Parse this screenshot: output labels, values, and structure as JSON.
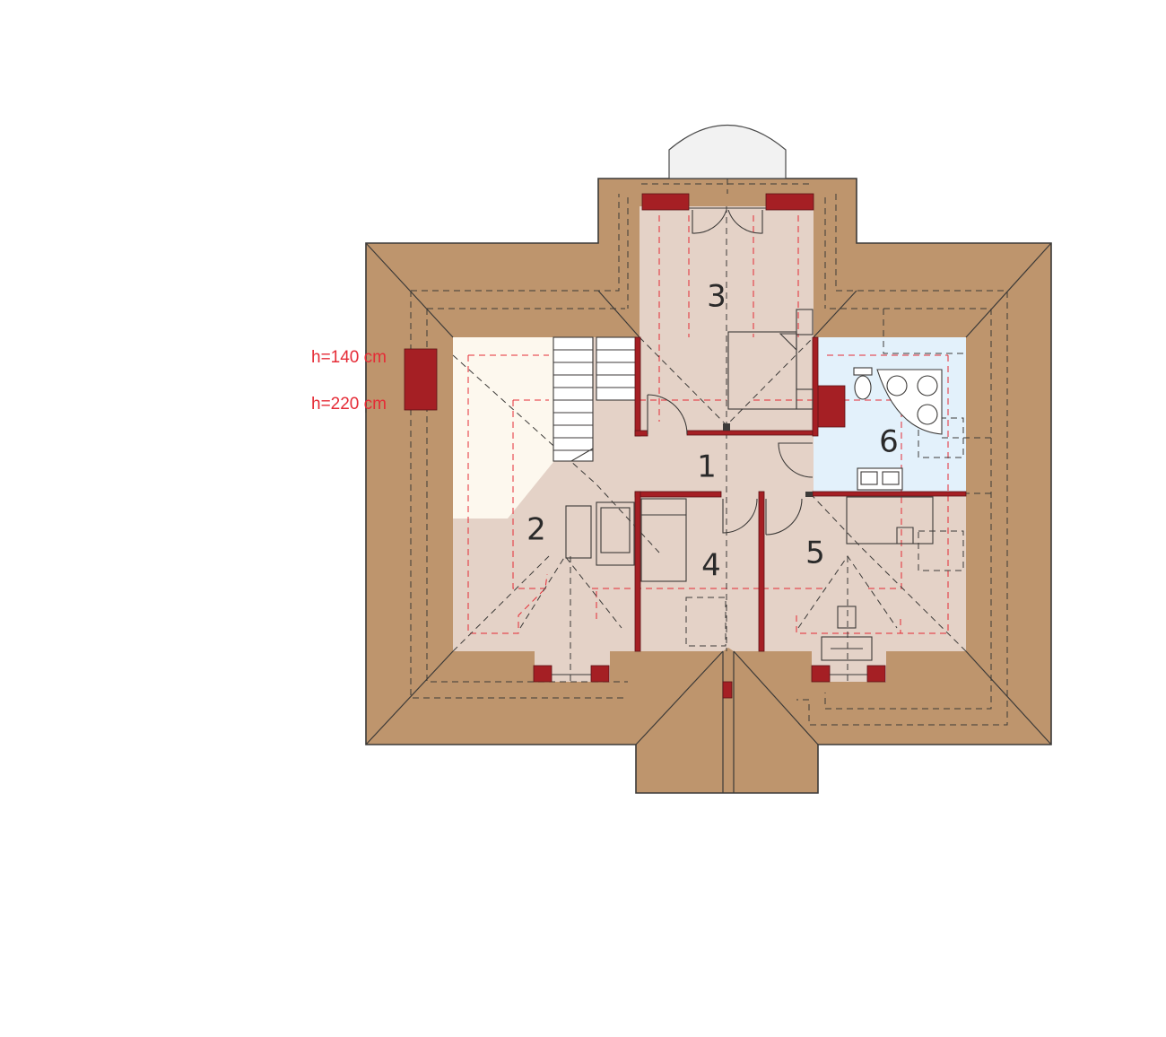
{
  "plan": {
    "rooms": [
      {
        "id": "room-1",
        "number": "1"
      },
      {
        "id": "room-2",
        "number": "2"
      },
      {
        "id": "room-3",
        "number": "3"
      },
      {
        "id": "room-4",
        "number": "4"
      },
      {
        "id": "room-5",
        "number": "5"
      },
      {
        "id": "room-6",
        "number": "6"
      }
    ],
    "height_labels": {
      "h140": "h=140 cm",
      "h220": "h=220 cm"
    },
    "colors": {
      "roof": "#be956d",
      "room_floor": "#e4d2c7",
      "bathroom_floor": "#e3f1fb",
      "wall": "#a51f24",
      "height_line": "#e52b36",
      "stair_void": "#fdf8ee"
    }
  }
}
